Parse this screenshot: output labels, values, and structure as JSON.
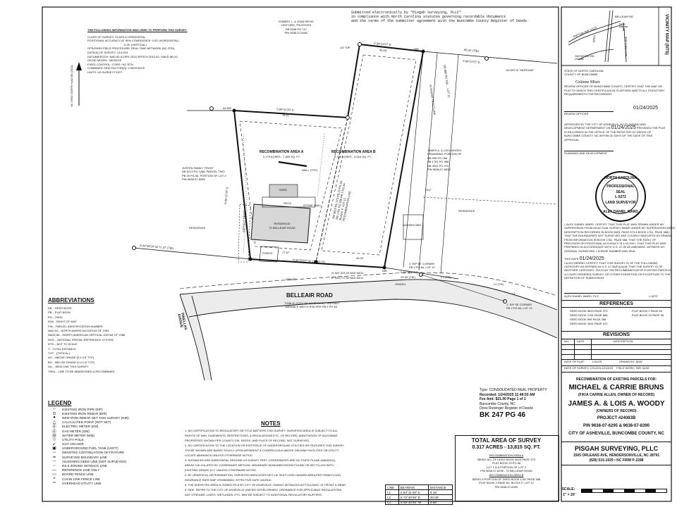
{
  "header": {
    "submitted_note": [
      "Submitted electronically by \"Pisgah Surveying, PLLC\"",
      "in compliance with North Carolina statutes governing recordable documents",
      "and the terms of the submitter agreement with the Buncombe County Register of Deeds."
    ]
  },
  "survey_info": {
    "title": "THE FOLLOWING INFORMATION WAS USED TO PERFORM THIS SURVEY:",
    "lines": [
      "CLASS OF SURVEY: CLASS A HORIZONTAL",
      "POSITIONAL ACCURACY AT 95% CONFIDENCE: 0.03' (HORIZONTAL)",
      "0.05' (VERTICAL)",
      "GPS/GNSS FIELD PROCEDURE: REAL TIME NETWORK (NC RTN)",
      "DATE(S) OF SURVEY: 12/12/24",
      "DATUM/EPOCH: NAD 83 (CORS 2011) EPOCH 2010.00 / NAVD 88 (V)",
      "GEOID MODEL: GEOID18",
      "FIXED CONTROL: CORS / NC RTN",
      "COMBINED GRID FACTOR(S): 0.999976109",
      "UNITS: US SURVEY FOOT"
    ],
    "north_label": "NC GRID NORTH NAD 83 (2011)"
  },
  "vicinity": {
    "title": "VICINITY MAP (NTS)",
    "labels": [
      "PATTON AVE US19",
      "BELLEAIR RD",
      "SITE",
      "ADDY",
      "MITCHELL AVE",
      "HAYWOOD RD US19B"
    ]
  },
  "review_officer": {
    "state": "STATE OF NORTH CAROLINA",
    "county": "COUNTY OF BUNCOMBE",
    "name": "Gráinne Miser",
    "cert": "REVIEW OFFICER OF BUNCOMBE COUNTY, CERTIFY THAT THE MAP OR PLAT TO WHICH THIS CERTIFICATION IS AFFIXED MEETS ALL STATUTORY REQUIREMENTS FOR RECORDING.",
    "date": "01/24/2025",
    "sig_label": "REVIEW OFFICER",
    "approved": "APPROVED BY THE CITY OF ASHEVILLE, NC PLANNING AND DEVELOPMENT DEPARTMENT ON",
    "approved_date": "01/24/2025",
    "approved_rest": "PROVIDED THE PLAT IS RECORDED IN THE OFFICE OF THE REGISTER OF DEEDS OF BUNCOMBE COUNTY, NC WITHIN 30 DAYS OF THE DATE OF THIS APPROVAL.",
    "planning": "PLANNING AND DEVELOPMENT"
  },
  "seal": {
    "top": "NORTH CAROLINA",
    "mid1": "PROFESSIONAL",
    "mid2": "SEAL",
    "num": "L-5272",
    "mid3": "LAND SURVEYOR",
    "bottom": "ALEX DANIEL WARD"
  },
  "certification": {
    "text": [
      "I, ALEX DANIEL WARD, CERTIFY THAT THIS PLAT WAS DRAWN UNDER MY",
      "SUPERVISION FROM AN ACTUAL SURVEY MADE UNDER MY SUPERVISION (DEED",
      "DESCRIPTION RECORDED IN BOOK 5823, PAGE 373 & BOOK 1781, PAGE 588);",
      "THAT THE BOUNDARIES NOT SURVEYED ARE CLEARLY INDICATED AS DRAWN",
      "FROM INFORMATION IN BOOK 1781, PAGE 588; THAT THE RATIO OF",
      "PRECISION OR POSITIONAL ACCURACY IS 1:10,000+; THAT THIS PLAT WAS",
      "PREPARED IN ACCORDANCE WITH G.S. 47-30 AS AMENDED. WITNESS MY",
      "ORIGINAL SIGNATURE, LICENSE NUMBER AND SEAL"
    ],
    "date_prefix": "THIS DATE",
    "date": "01/24/2025",
    "text2": [
      "I ALSO HEREBY CERTIFY THAT THIS SURVEY IS OF THE FOLLOWING",
      "CATEGORY AS DEFINED IN G.S. 47-30(F)(11)(d): THAT THE SURVEY IS OF",
      "ANOTHER CATEGORY, SUCH AS THE RECOMBINATION OF EXISTING PARCELS,",
      "A COURT-ORDERED SURVEY, OR OTHER EXEMPTION OR EXCEPTION TO THE",
      "DEFINITION OF SUBDIVISION."
    ],
    "signer": "ALEX DANIEL WARD, PLS",
    "license": "L-5272"
  },
  "references": {
    "title": "REFERENCES",
    "left": [
      "DEED BOOK 5823 PAGE 373",
      "DEED BOOK 1781 PAGE 588",
      "DEED BOOK 995 PAGE 266",
      "DEED BOOK 4041 PAGE 972"
    ],
    "right": [
      "PLAT BOOK 2 PAGE 84",
      "PLAT BOOK 29 PAGE 56"
    ]
  },
  "revisions": {
    "title": "REVISIONS",
    "headers": [
      "NO.",
      "DATE",
      "DESCRIPTION"
    ]
  },
  "plat_meta": {
    "date_of_plat_label": "DATE OF PLAT:",
    "date_of_plat": "1/24/25",
    "drawn_by_label": "DRAWN BY:",
    "drawn_by": "ADW",
    "survey_date_label": "DATE OF SURVEY:",
    "survey_date": "12/12/24-12/13/24",
    "field_work_label": "FIELD WORK:",
    "field_work": "TAR, MJM"
  },
  "title_block": {
    "heading": "RECOMBINATION OF EXISTING PARCELS FOR:",
    "owner1": "MICHAEL & CARRIE BRUNS",
    "owner1_sub": "(F/K/A CARRIE ALLEN, OWNER OF RECORD)",
    "owner2": "JAMES A. & LOIS A. WOODY",
    "owner2_sub": "(OWNERS OF RECORD)",
    "project": "PROJECT #24083B",
    "pin": "PIN 9638-07-6295 & 9638-07-8390",
    "city": "CITY OF ASHEVILLE, BUNCOMBE COUNTY, NC",
    "company": "PISGAH SURVEYING, PLLC",
    "address": "1505 ORLEANS AVE, HENDERSONVILLE, NC 28791",
    "phone": "(828) 515-1929 • NC FIRM P-2288",
    "scale_label": "SCALE:",
    "scale": "1\" = 20'"
  },
  "recording": {
    "lines": [
      "Type: CONSOLIDATED REAL PROPERTY",
      "Recorded: 1/24/2025 11:48:50 AM",
      "Fee Amt: $21.00 Page 1 of 1",
      "Buncombe County, NC",
      "Drew Reisinger Register of Deeds"
    ],
    "book": "BK 247  PG 46"
  },
  "total_area": {
    "title": "TOTAL AREA OF SURVEY",
    "value": "0.317 ACRES - 13,815 SQ. FT.",
    "lines": [
      "RECOMBINATION AREA A",
      "BEING ALL OF DEED BOOK 5823 PAGE 373",
      "PLAT BOOK 29 PG 56",
      "LOT 1 & A PORTION OF LOT 2",
      "PIN 9638-07-6295 - 70 BELLEAIR ROAD",
      "RECOMBINATION AREA B",
      "BEING A PORTION OF DEED BOOK 1781 PAGE 588",
      "PLAT BOOK 2 PAGE 84, BLOCK F, LOT 12",
      "PIN 9638-07-8390"
    ]
  },
  "line_table": {
    "headers": [
      "LINE",
      "BEARING",
      "DISTANCE"
    ],
    "rows": [
      [
        "L1",
        "S 84°11'49\" E",
        "6.18'"
      ],
      [
        "L2",
        "S 72°40'49\" E",
        "20.00'"
      ],
      [
        "L3",
        "S 49°30'49\" W",
        "9.68'"
      ]
    ]
  },
  "notes": {
    "title": "NOTES",
    "items": [
      "1. NO CERTIFICATION TO REGULATORY OR TITLE MATTERS THIS SURVEY. SURVEYED AREA IS SUBJECT TO ALL",
      "   RIGHTS OF WAY, EASEMENTS, RESTRICTIONS, & REGULATIONS ETC. OF RECORD. ANNOTATION OF ADJOINING",
      "   PROPERTIES SHOWN PER COUNTY GIS, DEEDS, AND PLATS OF RECORD, NOT SURVEYED.",
      "2. NO CERTIFICATION TO THE LOCATION OR EXISTENCE OF UNDERGROUND UTILITIES OR FEATURES THIS SURVEY.",
      "   THOSE SHOWN ARE BASED SOLELY UPON APPARENT & CONSPICUOUS ABOVE GROUND FACILITIES OR UTILITY",
      "   LOCATE MARKINGS UNLESS OTHERWISE NOTED.",
      "3. DISTANCES ARE HORIZONTAL GROUND US SURVEY FEET, COORDINATES ARE NC STATE PLANE (NAD83/11),",
      "   AREAS CALCULATED BY COORDINATE METHOD. BOUNDARY MONUMENTATION FOUND OR SET FLUSH WITH",
      "   EXISTING GRADE ±0.2' UNLESS OTHERWISE NOTED.",
      "4. BY GRAPHICAL DETERMINATION, SURVEYED AREA DOES NOT LIE IN A FLOOD HAZARD AREA PER FEMA FLOOD",
      "   INSURANCE RATE MAP 3700963800J, EFFECTIVE DATE 1/6/2010.",
      "5. THE SURVEYED AREA IS ZONED RS-8 BY CITY OF ASHEVILLE, HAVING SETBACKS AS FOLLOWS: 15' FRONT & REAR,",
      "   6' SIDE. REFER TO THE CITY OF ASHEVILLE UNIFIED DEVELOPMENT ORDINANCE FOR APPLICABLE REGULATIONS.",
      "   ANY STREAMS, LAKES, WETLANDS, ETC. MAY BE SUBJECT TO ADDITIONAL REGULATORY BUFFERS."
    ]
  },
  "abbreviations": {
    "title": "ABBREVIATIONS",
    "items": [
      "DB....DEED BOOK",
      "PB....PLAT BOOK",
      "PG....PAGE",
      "R/W....RIGHT OF WAY",
      "PIN....PARCEL IDENTIFICATION NUMBER",
      "NAD 83....NORTH AMERICAN DATUM OF 1983",
      "NAVD 88....NORTH AMERICAN VERTICAL DATUM OF 1988",
      "NGS....NATIONAL SPATIAL REFERENCE SYSTEM",
      "NTS....NOT TO SCALE",
      "T....TOTAL DISTANCE",
      "TYP....(TYPICAL)",
      "AG....ABOVE GRADE (0.2-0.5' TYP)",
      "BG....BELOW GRADE (0.2-0.5' TYP)",
      "N/L....NEW LINE THIS SURVEY",
      "T/B/A....LINE TO BE ABANDONED & RECOMBINED"
    ]
  },
  "legend": {
    "title": "LEGEND",
    "items": [
      {
        "sym": "○",
        "label": "EXISTING IRON PIPE (EIP)"
      },
      {
        "sym": "⊙",
        "label": "EXISTING IRON REBAR (EIR)"
      },
      {
        "sym": "●",
        "label": "NEW IRON REBAR SET THIS SURVEY (NIR)"
      },
      {
        "sym": "△",
        "label": "CALCULATED POINT (NOT SET)"
      },
      {
        "sym": "Ⓔ",
        "label": "ELECTRIC METER (EM)"
      },
      {
        "sym": "Ⓖ",
        "label": "GAS METER (GM)"
      },
      {
        "sym": "Ⓦ",
        "label": "WATER METER (WM)"
      },
      {
        "sym": "☉",
        "label": "UTILITY POLE"
      },
      {
        "sym": "↙",
        "label": "GUY ANCHOR"
      },
      {
        "sym": "▣",
        "label": "UNDERGROUND FUEL TANK (UGFT)"
      },
      {
        "sym": "∽",
        "label": "DENOTES CONTINUATION OF FEATURE"
      },
      {
        "sym": "━",
        "label": "SURVEYED BOUNDARY LINE"
      },
      {
        "sym": "─",
        "label": "ADJOINING DEED LINE (NOT SURVEYED)"
      },
      {
        "sym": "┄",
        "label": "RS-8 ZONING SETBACK LINE"
      },
      {
        "sym": "—",
        "label": "REFERENCE LINE ONLY"
      },
      {
        "sym": "▭",
        "label": "BOARD FENCE LINE"
      },
      {
        "sym": "×",
        "label": "CHAIN LINK FENCE LINE"
      },
      {
        "sym": "═",
        "label": "OVERHEAD UTILITY LINE"
      }
    ]
  },
  "drawing": {
    "neighbor_top": [
      "ROBERT L. & JOAN REVIS",
      "LEDFORD, TRUSTEES",
      "DB 5348 PG 717",
      "PIN 9638-07-6482"
    ],
    "neighbor_left": [
      "JUSTEN FAMILY TRUST",
      "DB 6213 PG 1288, PARCEL TWO",
      "PB 29 PG 56, PORTION OF LOT 2",
      "PIN 9638-07-6266"
    ],
    "neighbor_right": [
      "JAMES A. & LOIS WOODY",
      "REMAINING PORTION OF",
      "DB 995 PG 266",
      "DB 1781 PG 588",
      "DB 4041 PG 972",
      "PIN 9638-07-8390"
    ],
    "interior_tract": "INTERIOR TRACT LINE",
    "rec_a": "RECOMBINATION AREA A",
    "rec_a_area": "0.179 ACRES - 7,809 SQ. FT.",
    "rec_b": "RECOMBINATION AREA B",
    "rec_b_area": "0.138 ACRES - 6,010 SQ. FT.",
    "residence_label": "RESIDENCE",
    "residence_addr": "70 BELLEAIR ROAD",
    "road_name": "BELLEAIR ROAD",
    "road_desc": [
      "PUBLIC (CITY OF ASHEVILLE) - ASPHALT",
      "VARIABLE WIDTH R/W PER PB 2 PG 84"
    ],
    "pinellas": "PINELLAS AVENUE",
    "bearings": {
      "top_a": "S 84°41'29\" E",
      "top_a_dist": "78.11'",
      "top_b": "S 84°21'57\" E",
      "top_b_dist": "40.00'",
      "tie1": "85.02' (TIE)",
      "tie2": "S 84°21'57\" E",
      "left": "N 05°12'19\" E",
      "bottom": "N 84°39'24\" W  71.37' (TIE)",
      "bottom_r": "N 84°20'07\" W  117.67' (T)",
      "bottom_b_dist": "40.00'",
      "dist_7747": "77.67'",
      "eir_morgan": "#5 EIR ID \"MORGAN\"",
      "eip_top": "1/2\" EIP",
      "nir": "NIR",
      "eir4": "#4 EIR",
      "coord_n": "N: 687,201.20 NAD 83/11",
      "coord_e": "E: 930,772.94 NAD 83/11",
      "se_corner1": "1\" EIP SE CORNER",
      "se_corner2": "PB 2 PG 84, LOT 12",
      "se_corner3": "1\" EIP SE CORNER",
      "se_corner4": "PB 2 PG 84, LOT 13",
      "l1": "L1 (TIE)",
      "l2": "L2 (TIE)",
      "l3": "L3",
      "dist_2945": "29.45' (TIE)",
      "dist_tie2": "S 84°20'07\" E",
      "mid_note": [
        "DB 5823 PG 373 PB 29 PG 56",
        "DB 1781 PG 588 PB 2 PG 84",
        "BLOCK F, LOT 12",
        "RECOMBINATION LINE"
      ],
      "interior_dist": "DB 995 PG 266 ...  LOT 12"
    },
    "small_labels": {
      "wall": "WALL (TYP)",
      "deck": "DECK",
      "gravel": "GRAVEL",
      "garden_bed": "GARDEN BED",
      "residence": "RESIDENCE",
      "asphalt": "ASPHALT DRIVE",
      "shed": "SHED",
      "porch": "PORCH",
      "stone": "STONE WALL",
      "dist_29": "29.0'"
    }
  }
}
